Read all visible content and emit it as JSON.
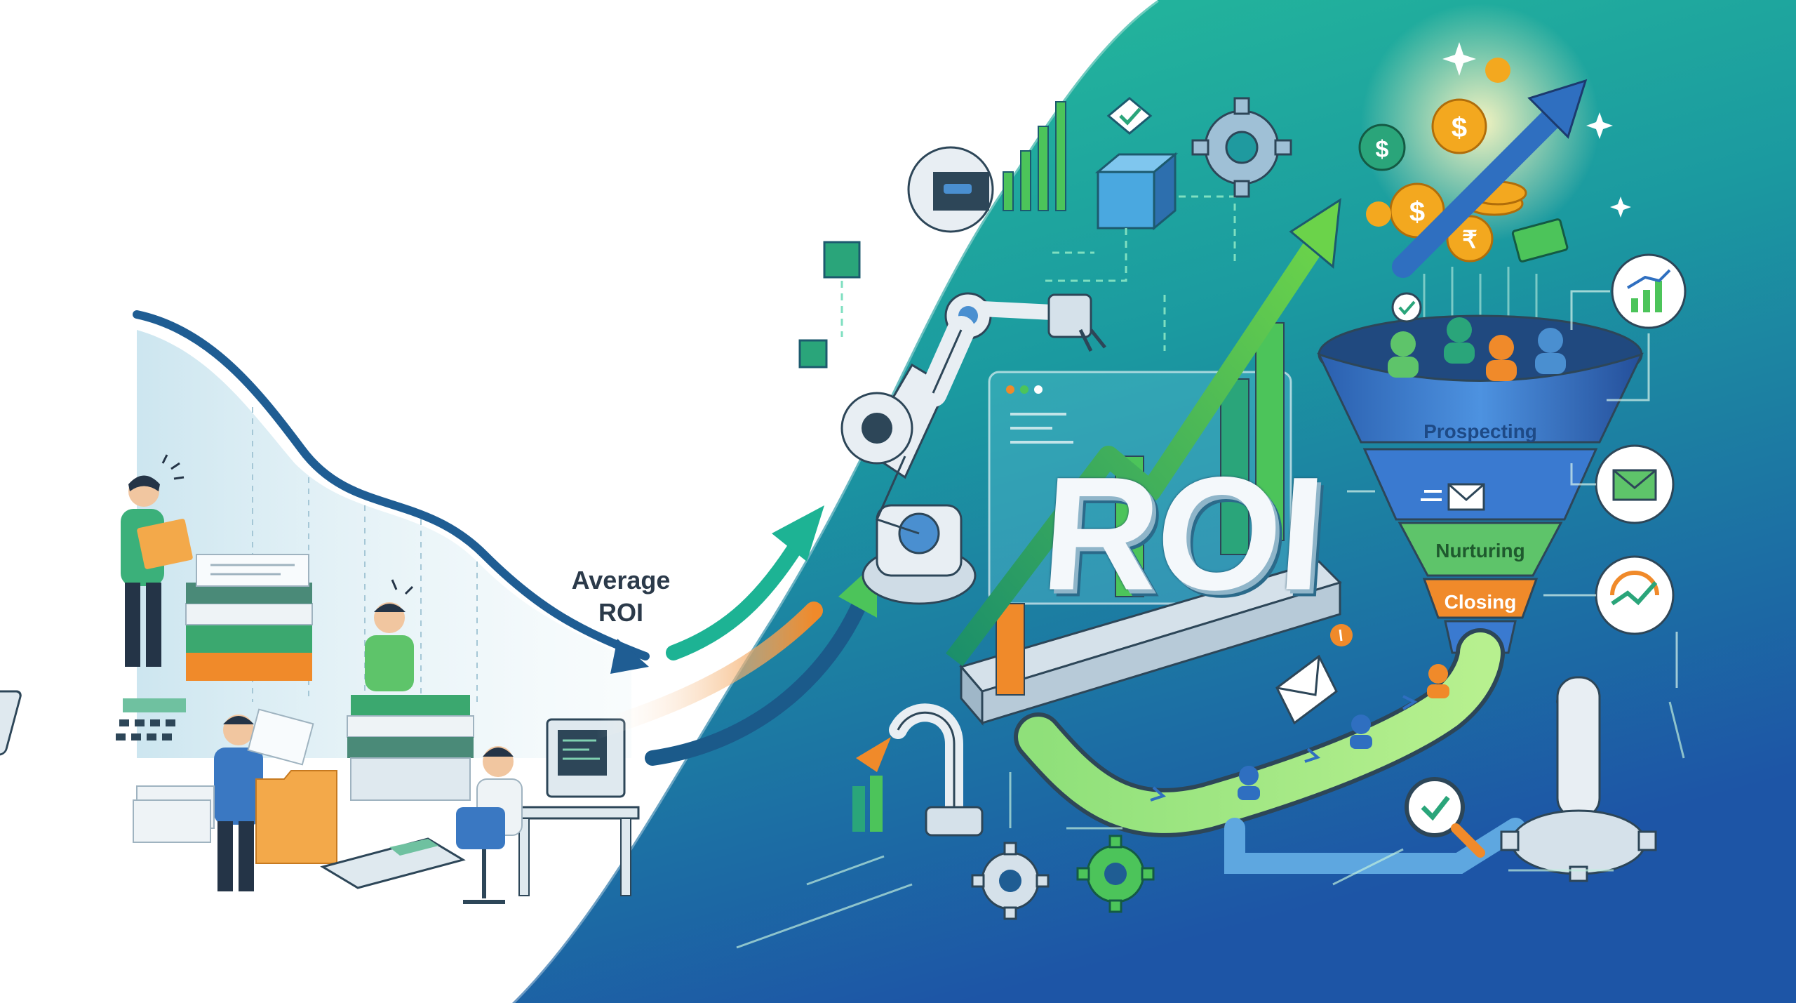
{
  "labels": {
    "average_roi_line1": "Average",
    "average_roi_line2": "ROI",
    "roi_big": "ROI",
    "funnel_stage_1": "Prospecting",
    "funnel_stage_2": "Nurturing",
    "funnel_stage_3": "Closing"
  },
  "currency_symbols": [
    "$",
    "$",
    "$",
    "₹"
  ],
  "colors": {
    "bg_left": "#ffffff",
    "bg_right_top": "#1fb39a",
    "bg_right_bottom": "#1d5fa8",
    "decline_line": "#1f5d93",
    "growth_arrow": "#5cc94a",
    "accent_orange": "#f08a2a",
    "funnel_blue": "#2f6fc0",
    "coin_gold": "#f3a81f"
  },
  "icons": [
    "robot-head-icon",
    "bar-chart-icon",
    "checkmark-icon",
    "gear-icon",
    "cube-icon",
    "coin-icon",
    "growth-arrow-icon",
    "envelope-icon",
    "magnifier-icon",
    "person-icon",
    "calculator-icon",
    "folder-icon",
    "computer-icon",
    "sparkle-icon"
  ]
}
